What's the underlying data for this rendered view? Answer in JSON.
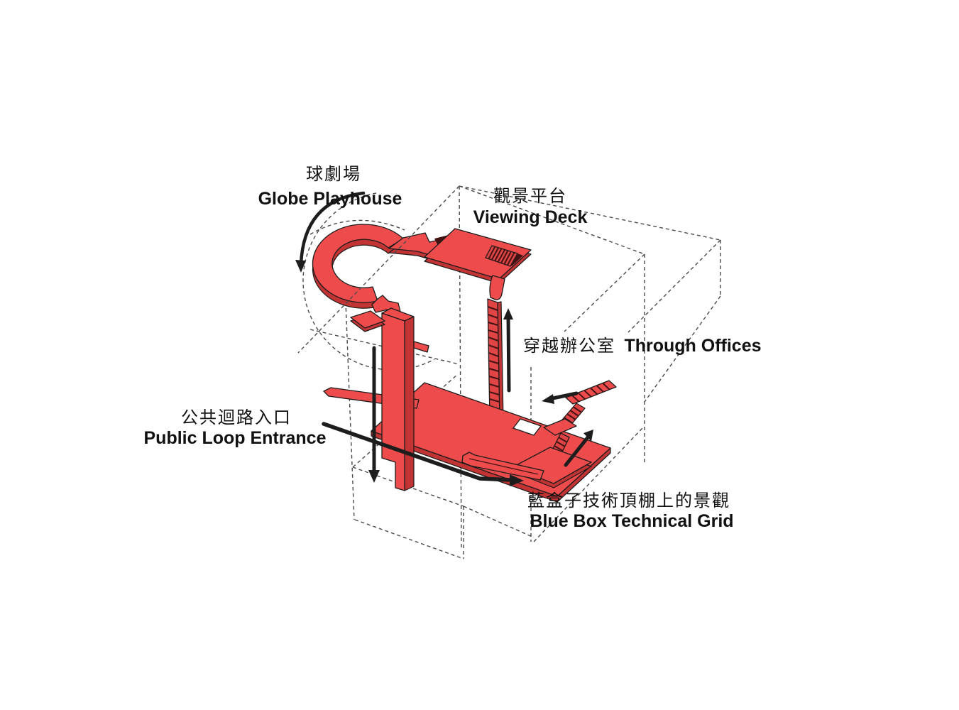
{
  "diagram": {
    "labels": {
      "globe_playhouse": {
        "zh": "球劇場",
        "en": "Globe Playhouse"
      },
      "viewing_deck": {
        "zh": "觀景平台",
        "en": "Viewing Deck"
      },
      "through_offices": {
        "zh": "穿越辦公室",
        "en": "Through Offices"
      },
      "public_loop_entrance": {
        "zh": "公共迴路入口",
        "en": "Public Loop Entrance"
      },
      "blue_box_technical_grid": {
        "zh": "藍盒子技術頂棚上的景觀",
        "en": "Blue Box Technical Grid"
      }
    },
    "colors": {
      "path_red": "#ee4c4c",
      "path_red_dark": "#c23333",
      "stair_tread_dark": "#431313",
      "outline_black": "#1b1b1b",
      "wireframe_dash_gray": "#4a4a4a",
      "arrow_black": "#1d1d1d",
      "text_black": "#111111",
      "background": "#ffffff"
    },
    "arrows": [
      "counterclockwise-loop-arrow",
      "down-entrance-arrow",
      "entrance-to-grid-arrow",
      "up-through-offices-arrow",
      "to-offices-left-arrow",
      "up-from-grid-arrow"
    ]
  }
}
